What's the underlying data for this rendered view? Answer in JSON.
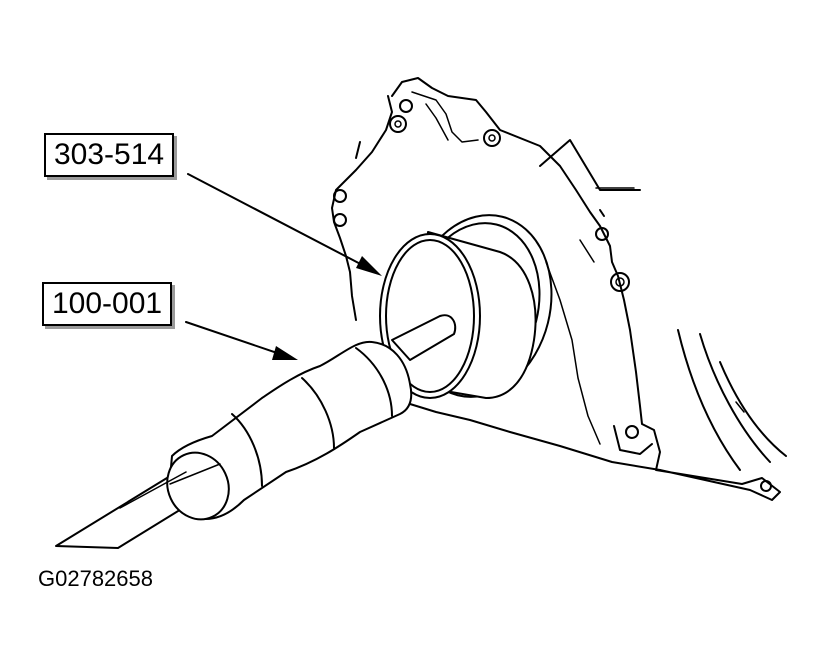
{
  "callouts": {
    "seal_installer": "303-514",
    "handle": "100-001"
  },
  "figure_id": "G02782658"
}
